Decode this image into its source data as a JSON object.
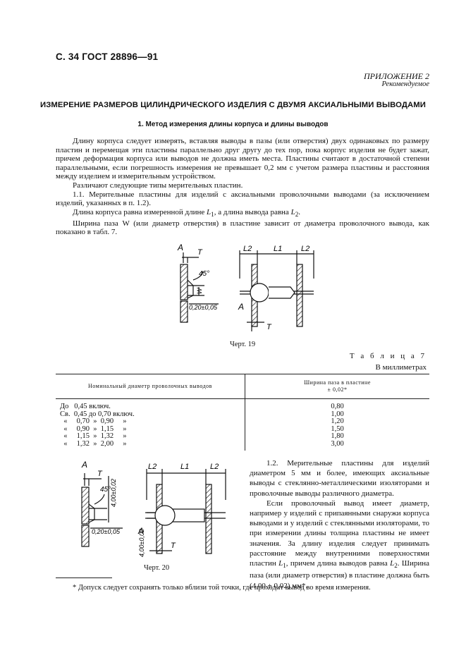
{
  "header": {
    "page_ref": "С. 34 ГОСТ 28896—91"
  },
  "appendix": {
    "label": "ПРИЛОЖЕНИЕ 2",
    "status": "Рекомендуемое"
  },
  "title": "ИЗМЕРЕНИЕ РАЗМЕРОВ ЦИЛИНДРИЧЕСКОГО ИЗДЕЛИЯ С ДВУМЯ АКСИАЛЬНЫМИ ВЫВОДАМИ",
  "section1": {
    "heading": "1. Метод измерения длины корпуса и длины выводов"
  },
  "paragraphs": {
    "p1": "Длину корпуса следует измерять, вставляя выводы в пазы (или отверстия) двух одинаковых по размеру пластин и перемещая эти пластины параллельно друг другу до тех пор, пока корпус изделия не будет зажат, причем деформация корпуса или выводов не должна иметь места. Пластины считают в достаточной степени параллельными, если погрешность измерения не превышает 0,2 мм с учетом размера пластины и расстояния между изделием и измерительным устройством.",
    "p2": "Различают следующие типы мерительных пластин.",
    "p3": "1.1. Мерительные пластины для изделий с аксиальными проволочными выводами (за исключением изделий, указанных в п. 1.2).",
    "p4_a": "Длина корпуса равна измеренной длине ",
    "p4_b": ", а длина вывода равна ",
    "p5": "Ширина паза W (или диаметр отверстия) в пластине зависит от диаметра проволочного вывода, как показано в табл. 7."
  },
  "symbols": {
    "L": "L",
    "sub1": "1",
    "sub2": "2",
    "dot": "."
  },
  "fig19": {
    "caption": "Черт. 19",
    "labels": {
      "A": "A",
      "T": "T",
      "angle": "45°",
      "W": "W",
      "tol": "0,20±0,05",
      "L1": "L1",
      "L2": "L2"
    }
  },
  "table7": {
    "number": "Т а б л и ц а   7",
    "unit": "В миллиметрах",
    "headers": [
      "Номинальный диаметр проволочных выводов",
      "Ширина паза в пластине",
      "± 0,02*"
    ],
    "rows": [
      [
        "До   0,45 включ.",
        "0,80"
      ],
      [
        "Св.  0,45 до 0,70 включ.",
        "1,00"
      ],
      [
        "  «     0,70  »  0,90     »",
        "1,20"
      ],
      [
        "  «     0,90  »  1,15     »",
        "1,50"
      ],
      [
        "  «     1,15  »  1,32     »",
        "1,80"
      ],
      [
        "  «     1,32  »  2,00     »",
        "3,00"
      ]
    ]
  },
  "section12": {
    "p1": "1.2. Мерительные пластины для изделий диаметром 5 мм и более, имеющих аксиальные выводы с стеклянно-металлическими изоляторами и проволочные выводы различного диаметра.",
    "p2_a": "Если проволочный вывод имеет диаметр, например у изделий с припаянными снаружи корпуса выводами и у изделий с стеклянными изоляторами, то при измерении длины толщина пластины не имеет значения. За длину изделия следует принимать расстояние между внутренними поверхностями пластин ",
    "p2_b": ", причем длина выводов равна ",
    "p2_c": ". Ширина паза (или диаметр отверстия) в пластине должна быть (4,00 ± 0,02)  мм*."
  },
  "fig20": {
    "caption": "Черт. 20",
    "labels": {
      "A": "A",
      "T": "T",
      "angle": "45°",
      "dim": "4,00±0,02",
      "tol": "0,20±0,05",
      "L1": "L1",
      "L2": "L2"
    }
  },
  "footnote": "* Допуск следует сохранять только вблизи той точки, где проходит вывод во время измерения."
}
